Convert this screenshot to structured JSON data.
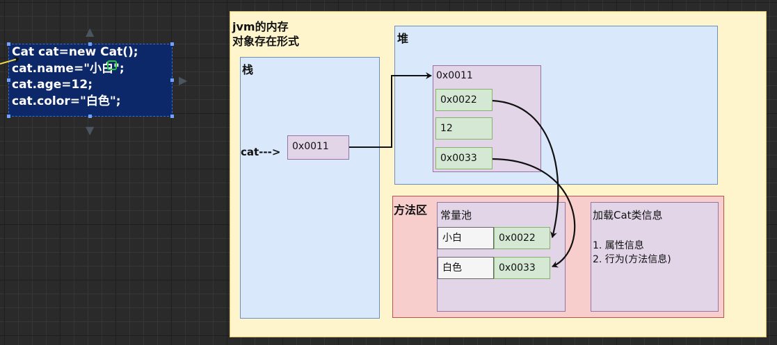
{
  "code": {
    "lines": [
      "Cat cat=new Cat();",
      "cat.name=\"小白\";",
      "cat.age=12;",
      "cat.color=\"白色\";"
    ]
  },
  "diagram": {
    "title_line1": "jvm的内存",
    "title_line2": "对象存在形式",
    "stack": {
      "label": "栈",
      "var_label": "cat--->",
      "var_value": "0x0011"
    },
    "heap": {
      "label": "堆",
      "object_address": "0x0011",
      "fields": [
        "0x0022",
        "12",
        "0x0033"
      ]
    },
    "method_area": {
      "label": "方法区",
      "constant_pool": {
        "label": "常量池",
        "entries": [
          {
            "value": "小白",
            "address": "0x0022"
          },
          {
            "value": "白色",
            "address": "0x0033"
          }
        ]
      },
      "class_info": {
        "label": "加载Cat类信息",
        "items": [
          "1. 属性信息",
          "2. 行为(方法信息)"
        ]
      }
    }
  }
}
